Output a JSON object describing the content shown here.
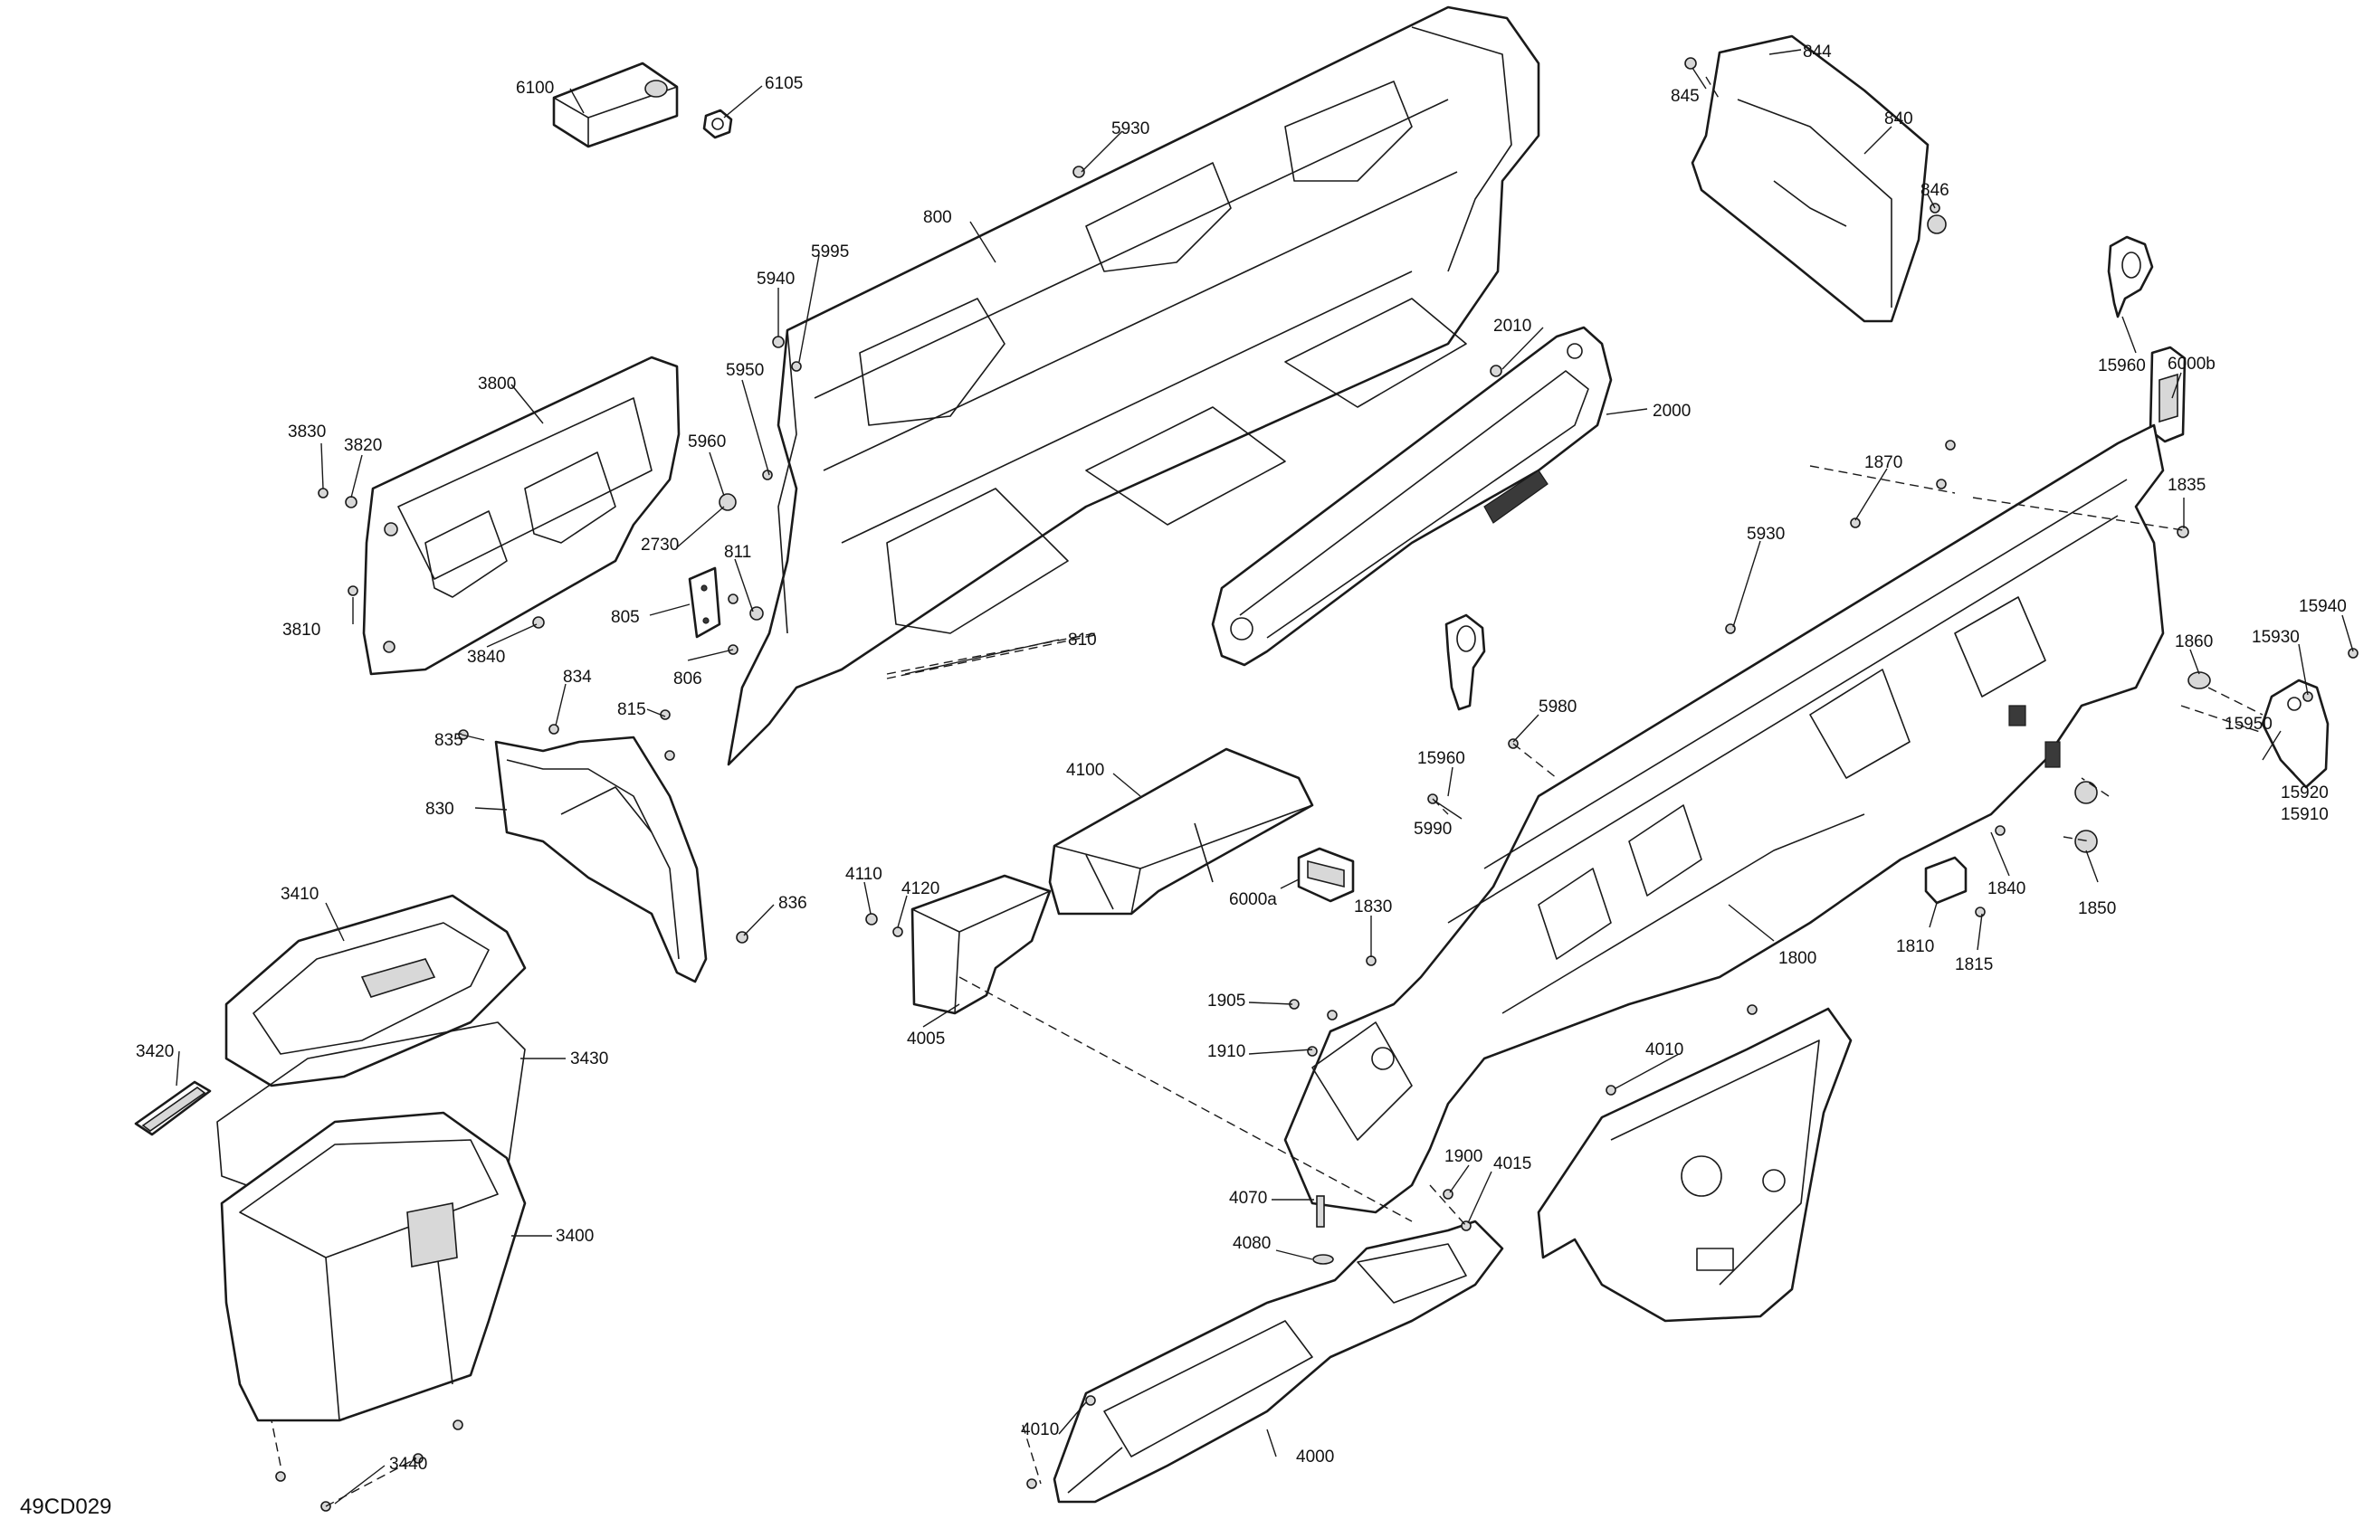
{
  "drawing_id": "49CD029",
  "callouts": [
    {
      "id": "c-6100",
      "text": "6100"
    },
    {
      "id": "c-6105",
      "text": "6105"
    },
    {
      "id": "c-5930-top",
      "text": "5930"
    },
    {
      "id": "c-800",
      "text": "800"
    },
    {
      "id": "c-5940",
      "text": "5940"
    },
    {
      "id": "c-5995",
      "text": "5995"
    },
    {
      "id": "c-3800",
      "text": "3800"
    },
    {
      "id": "c-3830",
      "text": "3830"
    },
    {
      "id": "c-3820",
      "text": "3820"
    },
    {
      "id": "c-5950",
      "text": "5950"
    },
    {
      "id": "c-5960",
      "text": "5960"
    },
    {
      "id": "c-2730",
      "text": "2730"
    },
    {
      "id": "c-811",
      "text": "811"
    },
    {
      "id": "c-805",
      "text": "805"
    },
    {
      "id": "c-806",
      "text": "806"
    },
    {
      "id": "c-810",
      "text": "810"
    },
    {
      "id": "c-3810",
      "text": "3810"
    },
    {
      "id": "c-3840",
      "text": "3840"
    },
    {
      "id": "c-834",
      "text": "834"
    },
    {
      "id": "c-815",
      "text": "815"
    },
    {
      "id": "c-835",
      "text": "835"
    },
    {
      "id": "c-830",
      "text": "830"
    },
    {
      "id": "c-836",
      "text": "836"
    },
    {
      "id": "c-844",
      "text": "844"
    },
    {
      "id": "c-845",
      "text": "845"
    },
    {
      "id": "c-840",
      "text": "840"
    },
    {
      "id": "c-846",
      "text": "846"
    },
    {
      "id": "c-2010",
      "text": "2010"
    },
    {
      "id": "c-2000",
      "text": "2000"
    },
    {
      "id": "c-15960-top",
      "text": "15960"
    },
    {
      "id": "c-6000b",
      "text": "6000b"
    },
    {
      "id": "c-1870",
      "text": "1870"
    },
    {
      "id": "c-1835",
      "text": "1835"
    },
    {
      "id": "c-5930-mid",
      "text": "5930"
    },
    {
      "id": "c-1860",
      "text": "1860"
    },
    {
      "id": "c-15930",
      "text": "15930"
    },
    {
      "id": "c-15940",
      "text": "15940"
    },
    {
      "id": "c-15950",
      "text": "15950"
    },
    {
      "id": "c-15920",
      "text": "15920"
    },
    {
      "id": "c-15910",
      "text": "15910"
    },
    {
      "id": "c-5980",
      "text": "5980"
    },
    {
      "id": "c-15960-mid",
      "text": "15960"
    },
    {
      "id": "c-5990",
      "text": "5990"
    },
    {
      "id": "c-1840",
      "text": "1840"
    },
    {
      "id": "c-1850",
      "text": "1850"
    },
    {
      "id": "c-1810",
      "text": "1810"
    },
    {
      "id": "c-1815",
      "text": "1815"
    },
    {
      "id": "c-1800",
      "text": "1800"
    },
    {
      "id": "c-4100",
      "text": "4100"
    },
    {
      "id": "c-4110",
      "text": "4110"
    },
    {
      "id": "c-4120",
      "text": "4120"
    },
    {
      "id": "c-4005",
      "text": "4005"
    },
    {
      "id": "c-6000a",
      "text": "6000a"
    },
    {
      "id": "c-1830",
      "text": "1830"
    },
    {
      "id": "c-1905",
      "text": "1905"
    },
    {
      "id": "c-1910",
      "text": "1910"
    },
    {
      "id": "c-4010-right",
      "text": "4010"
    },
    {
      "id": "c-1900",
      "text": "1900"
    },
    {
      "id": "c-4015",
      "text": "4015"
    },
    {
      "id": "c-4070",
      "text": "4070"
    },
    {
      "id": "c-4080",
      "text": "4080"
    },
    {
      "id": "c-4010-left",
      "text": "4010"
    },
    {
      "id": "c-4000",
      "text": "4000"
    },
    {
      "id": "c-3410",
      "text": "3410"
    },
    {
      "id": "c-3420",
      "text": "3420"
    },
    {
      "id": "c-3430",
      "text": "3430"
    },
    {
      "id": "c-3400",
      "text": "3400"
    },
    {
      "id": "c-3440",
      "text": "3440"
    }
  ]
}
